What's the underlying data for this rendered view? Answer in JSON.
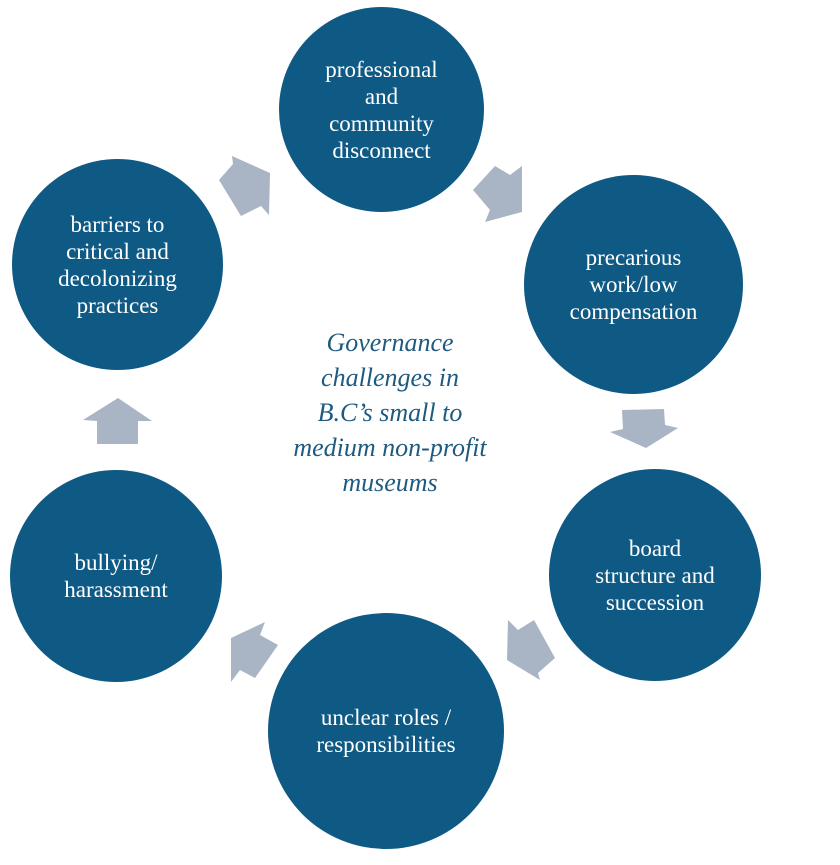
{
  "diagram": {
    "title": "Governance\nchallenges in\nB.C’s small to\nmedium non-profit\nmuseums",
    "colors": {
      "node_fill": "#0f5a85",
      "node_text": "#ffffff",
      "arrow_fill": "#a9b5c4",
      "title_text": "#1f5a80"
    },
    "nodes": [
      {
        "label": "professional\nand\ncommunity\ndisconnect"
      },
      {
        "label": "precarious\nwork/low\ncompensation"
      },
      {
        "label": "board\nstructure and\nsuccession"
      },
      {
        "label": "unclear roles /\nresponsibilities"
      },
      {
        "label": "bullying/\nharassment"
      },
      {
        "label": "barriers to\ncritical and\ndecolonizing\npractices"
      }
    ],
    "flow": "clockwise"
  }
}
